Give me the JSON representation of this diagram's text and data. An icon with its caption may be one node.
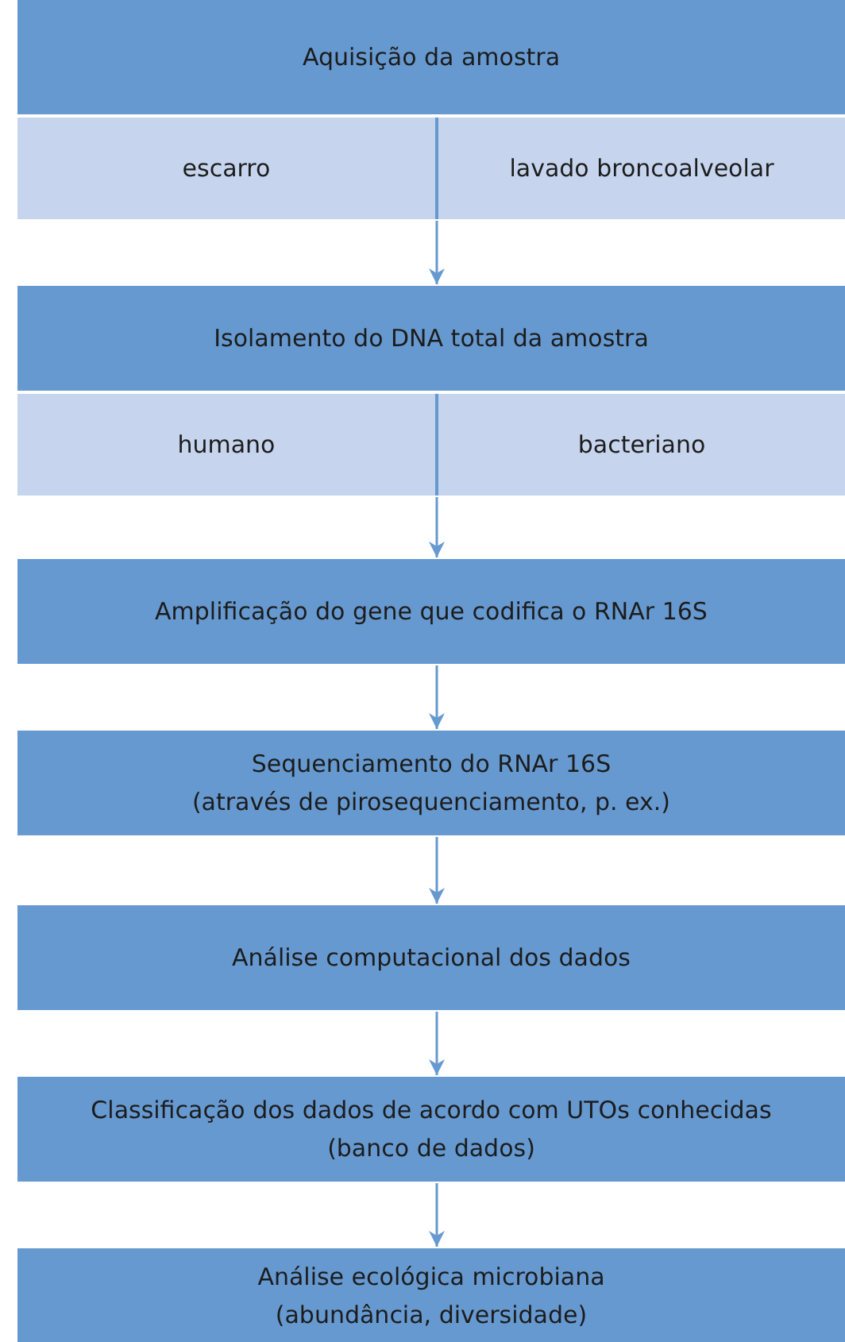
{
  "diagram": {
    "nodes": [
      {
        "text": [
          "Aquisição da amostra"
        ]
      },
      {
        "text": [
          "escarro"
        ],
        "in": 0
      },
      {
        "text": [
          "lavado broncoalveolar"
        ],
        "in": 0
      },
      {
        "text": [
          "Isolamento do DNA total da amostra"
        ]
      },
      {
        "text": [
          "humano"
        ],
        "in": 3
      },
      {
        "text": [
          "bacteriano"
        ],
        "in": 3
      },
      {
        "text": [
          "Amplificação do gene que codifica o RNAr 16S"
        ]
      },
      {
        "text": [
          "Sequenciamento do RNAr 16S",
          "(através de pirosequenciamento, p. ex.)"
        ]
      },
      {
        "text": [
          "Análise computacional dos dados"
        ]
      },
      {
        "text": [
          "Classificação dos dados de acordo com UTOs conhecidas",
          "(banco de dados)"
        ]
      },
      {
        "text": [
          "Análise ecológica microbiana",
          "(abundância, diversidade)"
        ]
      }
    ],
    "edges": [
      {
        "from": 0,
        "to": 3,
        "arrow": "to"
      },
      {
        "from": 3,
        "to": 6,
        "arrow": "to"
      },
      {
        "from": 6,
        "to": 7,
        "arrow": "to"
      },
      {
        "from": 7,
        "to": 8,
        "arrow": "to"
      },
      {
        "from": 8,
        "to": 9,
        "arrow": "to"
      },
      {
        "from": 9,
        "to": 10,
        "arrow": "to"
      }
    ]
  }
}
